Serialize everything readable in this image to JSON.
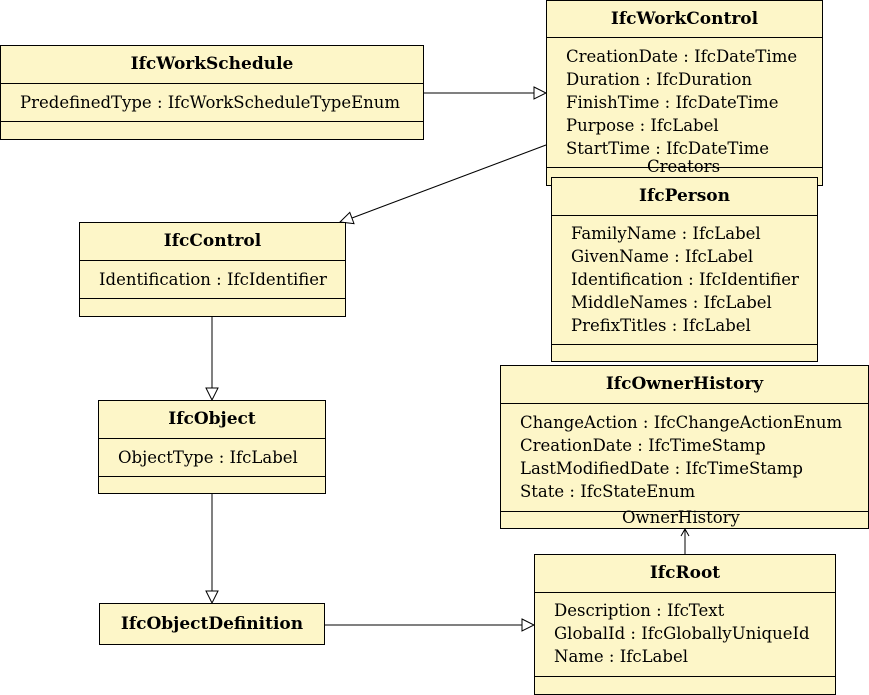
{
  "classes": {
    "work_schedule": {
      "name": "IfcWorkSchedule",
      "attributes": [
        "PredefinedType : IfcWorkScheduleTypeEnum"
      ]
    },
    "work_control": {
      "name": "IfcWorkControl",
      "attributes": [
        "CreationDate : IfcDateTime",
        "Duration : IfcDuration",
        "FinishTime : IfcDateTime",
        "Purpose : IfcLabel",
        "StartTime : IfcDateTime"
      ]
    },
    "control": {
      "name": "IfcControl",
      "attributes": [
        "Identification : IfcIdentifier"
      ]
    },
    "person": {
      "name": "IfcPerson",
      "attributes": [
        "FamilyName : IfcLabel",
        "GivenName : IfcLabel",
        "Identification : IfcIdentifier",
        "MiddleNames : IfcLabel",
        "PrefixTitles : IfcLabel"
      ]
    },
    "object": {
      "name": "IfcObject",
      "attributes": [
        "ObjectType : IfcLabel"
      ]
    },
    "owner_history": {
      "name": "IfcOwnerHistory",
      "attributes": [
        "ChangeAction : IfcChangeActionEnum",
        "CreationDate : IfcTimeStamp",
        "LastModifiedDate : IfcTimeStamp",
        "State : IfcStateEnum"
      ]
    },
    "object_definition": {
      "name": "IfcObjectDefinition"
    },
    "root": {
      "name": "IfcRoot",
      "attributes": [
        "Description : IfcText",
        "GlobalId : IfcGloballyUniqueId",
        "Name : IfcLabel"
      ]
    }
  },
  "roles": {
    "creators": "Creators",
    "owner_history": "OwnerHistory"
  }
}
